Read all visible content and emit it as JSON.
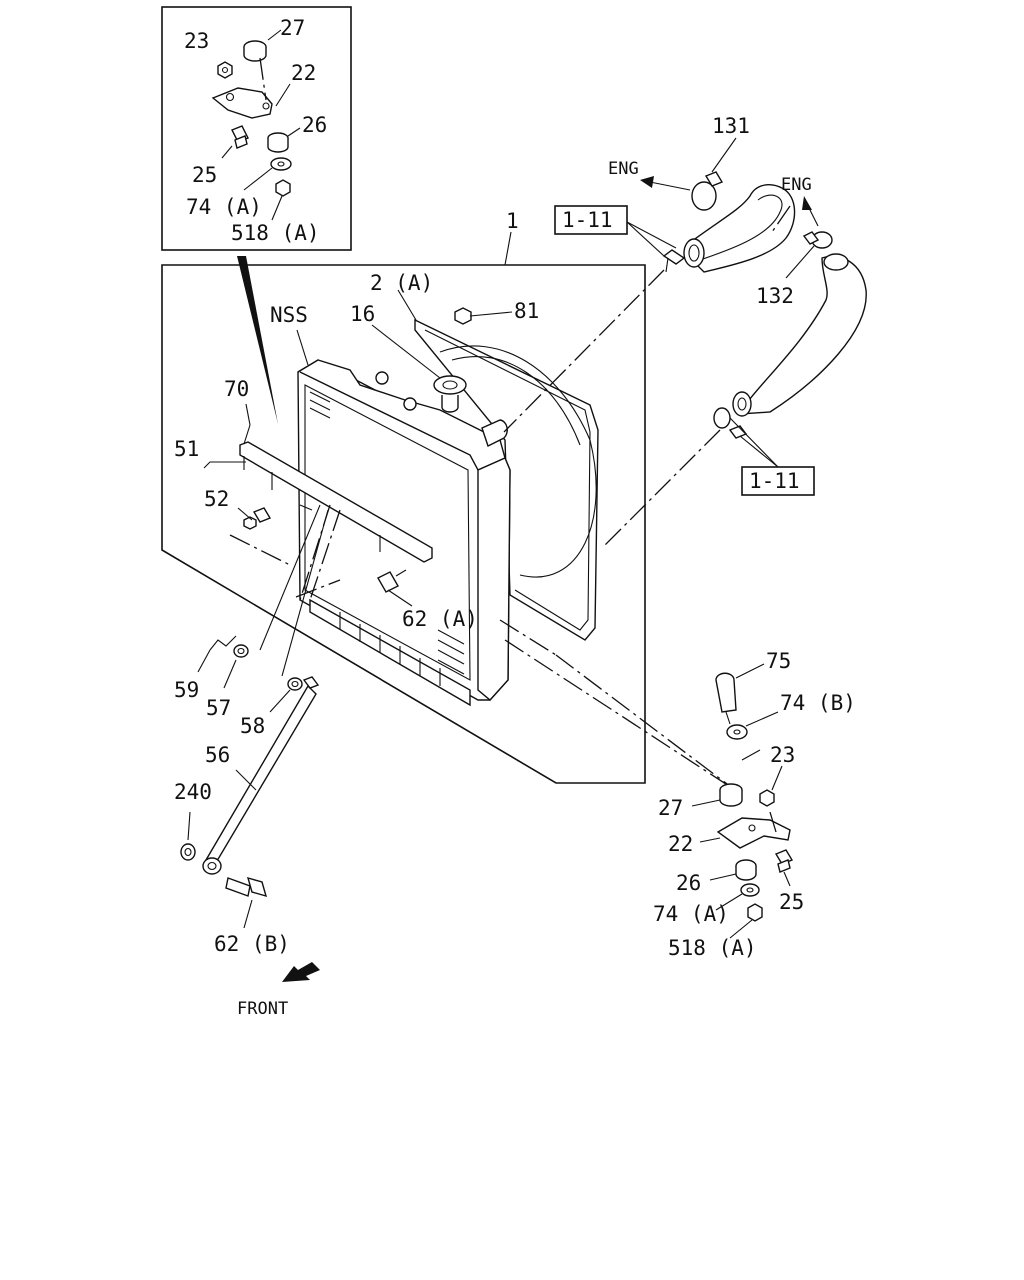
{
  "labels": {
    "inset": {
      "l23": "23",
      "l27": "27",
      "l22": "22",
      "l26": "26",
      "l25": "25",
      "l74a": "74 (A)",
      "l518a": "518 (A)"
    },
    "main": {
      "l1": "1",
      "l2a": "2 (A)",
      "l81": "81",
      "l16": "16",
      "lnss": "NSS",
      "l70": "70",
      "l51": "51",
      "l52": "52",
      "l62a": "62 (A)",
      "l59": "59",
      "l57": "57",
      "l58": "58",
      "l56": "56",
      "l240": "240",
      "l62b": "62 (B)"
    },
    "hoses": {
      "l131": "131",
      "l132": "132",
      "eng1": "ENG",
      "eng2": "ENG",
      "ref1": "1-11",
      "ref2": "1-11"
    },
    "mount": {
      "l75": "75",
      "l74b": "74 (B)",
      "l23": "23",
      "l27": "27",
      "l22": "22",
      "l26": "26",
      "l25": "25",
      "l74a": "74 (A)",
      "l518a": "518 (A)"
    },
    "front": "FRONT"
  },
  "colors": {
    "ink": "#111111",
    "paper": "#ffffff"
  }
}
